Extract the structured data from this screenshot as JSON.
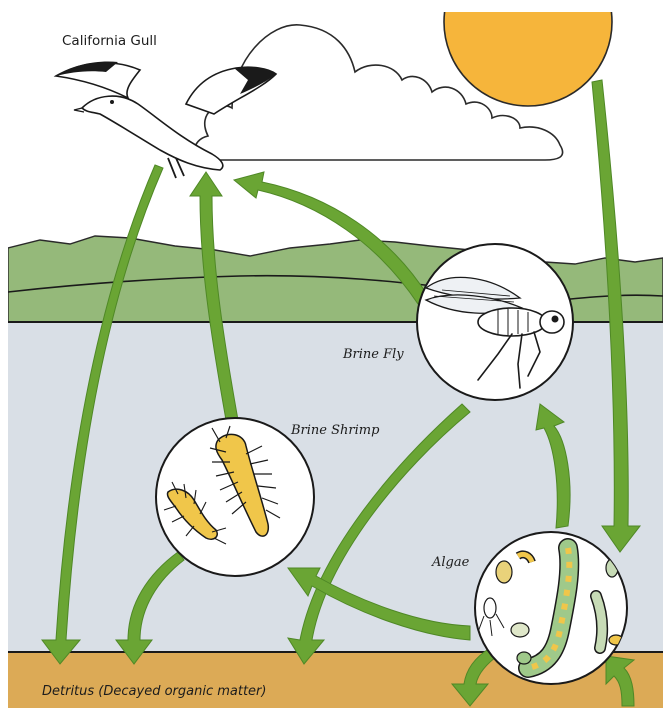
{
  "labels": {
    "gull": "California Gull",
    "fly": "Brine Fly",
    "shrimp": "Brine Shrimp",
    "algae": "Algae",
    "detritus": "Detritus (Decayed organic matter)"
  },
  "colors": {
    "sky": "#ffffff",
    "sun": "#f6b53b",
    "hills": "#95b97a",
    "water": "#d9dfe6",
    "sediment": "#dcaa56",
    "arrow": "#6aa534",
    "shrimp_body": "#f0c64a"
  }
}
